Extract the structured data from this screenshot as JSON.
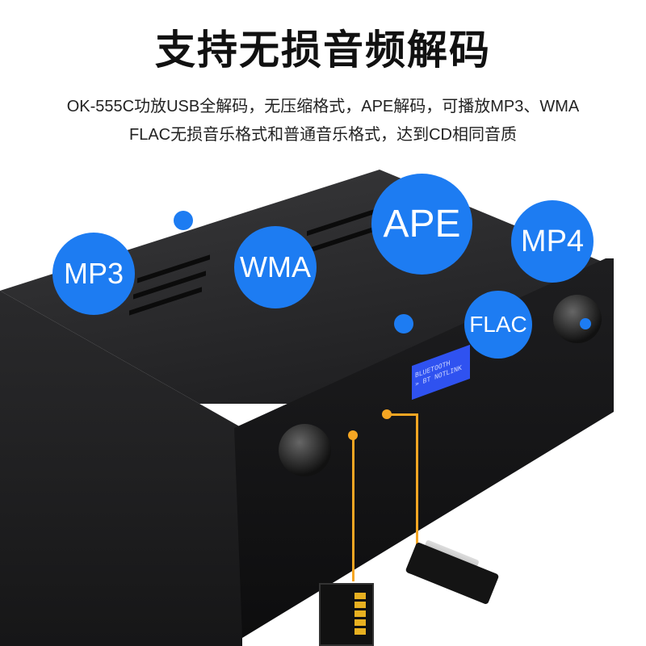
{
  "title": "支持无损音频解码",
  "subtitle_lines": [
    "OK-555C功放USB全解码，无压缩格式，APE解码，可播放MP3、WMA",
    "FLAC无损音乐格式和普通音乐格式，达到CD相同音质"
  ],
  "formats": [
    "MP3",
    "WMA",
    "APE",
    "MP4",
    "FLAC"
  ],
  "lcd": {
    "line1": "BLUETOOTH",
    "line2": "» BT NOTLINK"
  },
  "colors": {
    "accent": "#1d7cf2",
    "callout": "#f5a623",
    "lcd": "#2f52f0"
  }
}
